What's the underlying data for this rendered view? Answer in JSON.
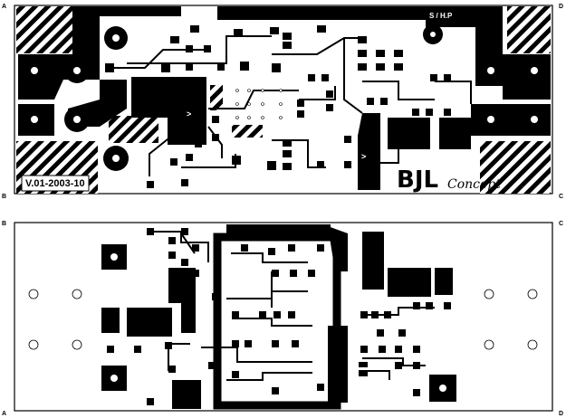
{
  "corners": {
    "top_left": "A",
    "top_right": "D",
    "mid_left_upper": "B",
    "mid_right_upper": "C",
    "mid_left_lower": "B",
    "mid_right_lower": "C",
    "bottom_left": "A",
    "bottom_right": "D"
  },
  "labels": {
    "version": "V.01-2003-10",
    "shp": "S / H.P",
    "brand_main": "BJL",
    "brand_sub": "Concept",
    "arrow_1": ">",
    "arrow_2": ">"
  }
}
